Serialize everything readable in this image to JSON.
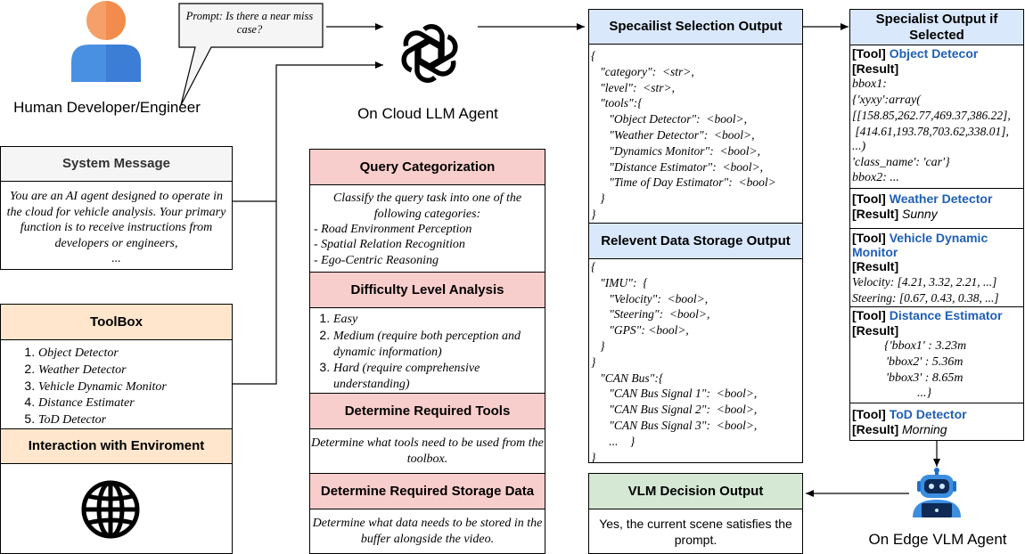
{
  "human": {
    "caption": "Human Developer/Engineer"
  },
  "prompt_bubble": {
    "text": "Prompt: Is there a near miss case?"
  },
  "cloud_agent": {
    "caption": "On Cloud LLM Agent"
  },
  "edge_agent": {
    "caption": "On Edge VLM Agent"
  },
  "system_message": {
    "title": "System Message",
    "body": "You are an AI agent designed to operate in the cloud for vehicle analysis. Your primary function is to receive instructions from developers or engineers,\n..."
  },
  "toolbox": {
    "title": "ToolBox",
    "items": [
      "Object Detector",
      "Weather Detector",
      "Vehicle Dynamic Monitor",
      "Distance Estimater",
      "ToD Detector"
    ]
  },
  "interaction": {
    "title": "Interaction with Enviroment"
  },
  "query_categorization": {
    "title": "Query Categorization",
    "intro": "Classify the query task into one of the following categories:",
    "items": [
      "- Road Environment Perception",
      "- Spatial Relation Recognition",
      "- Ego-Centric Reasoning"
    ]
  },
  "difficulty": {
    "title": "Difficulty Level Analysis",
    "items": [
      "Easy",
      "Medium (require both perception and dynamic information)",
      "Hard (require comprehensive understanding)"
    ]
  },
  "required_tools": {
    "title": "Determine Required Tools",
    "body": "Determine what tools need to be used from the toolbox."
  },
  "required_storage": {
    "title": "Determine Required Storage Data",
    "body": "Determine what data needs to be stored in the buffer alongside the video."
  },
  "specialist_selection": {
    "title": "Specailist Selection Output",
    "json": "{\n   \"category\":  <str>,\n   \"level\":  <str>,\n   \"tools\":{\n      \"Object Detector\":  <bool>,\n      \"Weather Detector\":  <bool>,\n      \"Dynamics Monitor\":  <bool>,\n      \"Distance Estimator\":  <bool>,\n      \"Time of Day Estimator\":  <bool>\n   }\n}"
  },
  "data_storage": {
    "title": "Relevent Data Storage Output",
    "json": "{\n   \"IMU\":  {\n      \"Velocity\":  <bool>,\n      \"Steering\":  <bool>,\n      \"GPS\": <bool>,\n   }\n}\n   \"CAN Bus\":{\n      \"CAN Bus Signal 1\":  <bool>,\n      \"CAN Bus Signal 2\":  <bool>,\n      \"CAN Bus Signal 3\":  <bool>,\n      ...    }\n}"
  },
  "vlm_decision": {
    "title": "VLM Decision Output",
    "body": "Yes, the current scene satisfies the prompt."
  },
  "specialist_output": {
    "title": "Specialist Output if Selected",
    "tool_tag": "[Tool]",
    "result_tag": "[Result]",
    "object": {
      "name": "Object Detecor",
      "lines": [
        "bbox1:",
        "{'xyxy':array(",
        "[[158.85,262.77,469.37,386.22],",
        " [414.61,193.78,703.62,338.01],",
        "...)",
        "'class_name': 'car'}",
        "bbox2: ..."
      ]
    },
    "weather": {
      "name": "Weather Detector",
      "result": "Sunny"
    },
    "vehicle": {
      "name": "Vehicle Dynamic Monitor",
      "lines": [
        "Velocity: [4.21, 3.32, 2.21, ...]",
        "Steering: [0.67, 0.43, 0.38, ...]"
      ]
    },
    "distance": {
      "name": "Distance Estimator",
      "lines": [
        "{'bbox1' : 3.23m",
        "'bbox2' : 5.36m",
        "'bbox3' : 8.65m",
        "...}"
      ]
    },
    "tod": {
      "name": "ToD Detector",
      "result": "Morning"
    }
  },
  "colors": {
    "blue_header": "#dae8fc",
    "red_header": "#f8cecc",
    "orange_header": "#ffe6cc",
    "gray_header": "#f5f5f5",
    "green_header": "#d5e8d4",
    "bubble": "#f5f5f5",
    "link_blue": "#1f5fb4"
  }
}
